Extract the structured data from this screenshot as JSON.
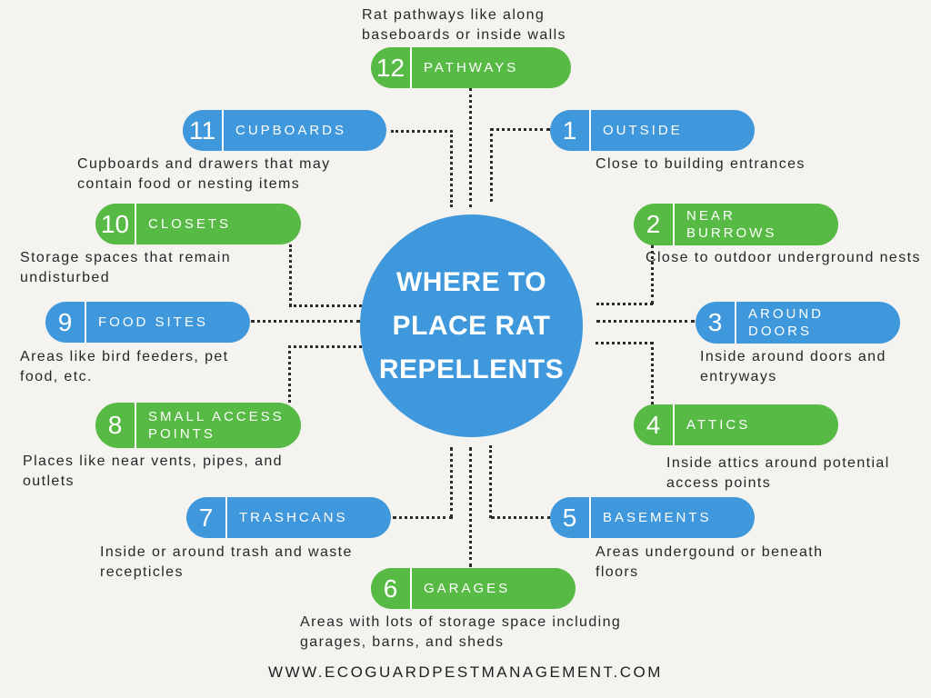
{
  "page": {
    "background": "#f4f3f0"
  },
  "colors": {
    "blue": "#3f97dc",
    "green": "#57ba44",
    "text_dark": "#272727",
    "white": "#ffffff",
    "connector": "#2b2b2b"
  },
  "center": {
    "title": "WHERE TO PLACE RAT REPELLENTS",
    "title_lines": [
      "WHERE TO",
      "PLACE RAT",
      "REPELLENTS"
    ]
  },
  "footer": {
    "website": "WWW.ECOGUARDPESTMANAGEMENT.COM"
  },
  "items": [
    {
      "number": "1",
      "label": "OUTSIDE",
      "color": "blue",
      "description": "Close to building entrances"
    },
    {
      "number": "2",
      "label": "NEAR BURROWS",
      "color": "green",
      "description": "Close to outdoor underground nests"
    },
    {
      "number": "3",
      "label": "AROUND DOORS",
      "color": "blue",
      "description": "Inside around doors and entryways"
    },
    {
      "number": "4",
      "label": "ATTICS",
      "color": "green",
      "description": "Inside attics around potential access points"
    },
    {
      "number": "5",
      "label": "BASEMENTS",
      "color": "blue",
      "description": "Areas undergound or beneath floors"
    },
    {
      "number": "6",
      "label": "GARAGES",
      "color": "green",
      "description": "Areas with lots of storage space including garages, barns, and sheds"
    },
    {
      "number": "7",
      "label": "TRASHCANS",
      "color": "blue",
      "description": "Inside or around trash and waste recepticles"
    },
    {
      "number": "8",
      "label": "SMALL ACCESS POINTS",
      "color": "green",
      "description": "Places like near vents, pipes, and outlets"
    },
    {
      "number": "9",
      "label": "FOOD SITES",
      "color": "blue",
      "description": "Areas like bird feeders, pet food, etc."
    },
    {
      "number": "10",
      "label": "CLOSETS",
      "color": "green",
      "description": "Storage spaces that remain undisturbed"
    },
    {
      "number": "11",
      "label": "CUPBOARDS",
      "color": "blue",
      "description": "Cupboards and drawers that may contain food or nesting items"
    },
    {
      "number": "12",
      "label": "PATHWAYS",
      "color": "green",
      "description": "Rat pathways like along baseboards or inside walls"
    }
  ]
}
